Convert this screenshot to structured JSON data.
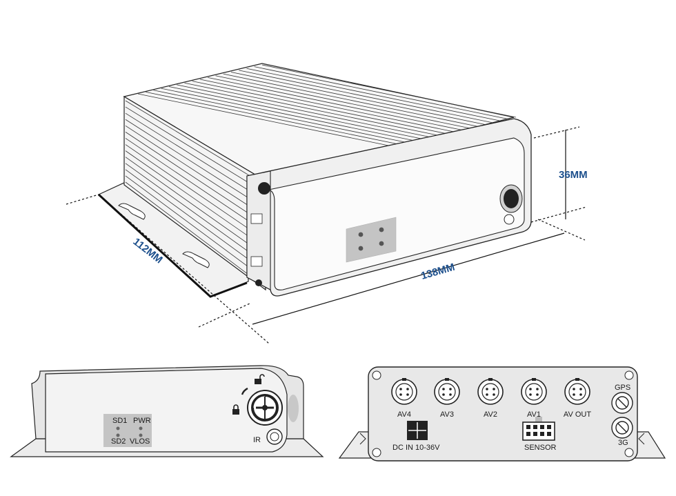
{
  "dimensions": {
    "height": "36MM",
    "depth": "112MM",
    "width": "138MM"
  },
  "front_panel": {
    "led_labels": [
      "SD1",
      "PWR",
      "SD2",
      "VLOS"
    ],
    "ir_label": "IR"
  },
  "rear_panel": {
    "av_ports": [
      "AV4",
      "AV3",
      "AV2",
      "AV1",
      "AV OUT"
    ],
    "dc_label": "DC IN 10-36V",
    "sensor_label": "SENSOR",
    "gps_label": "GPS",
    "g3_label": "3G"
  },
  "colors": {
    "dimension_text": "#1c4f8c",
    "panel_fill": "#e8e8e8",
    "led_block": "#c4c4c4"
  }
}
